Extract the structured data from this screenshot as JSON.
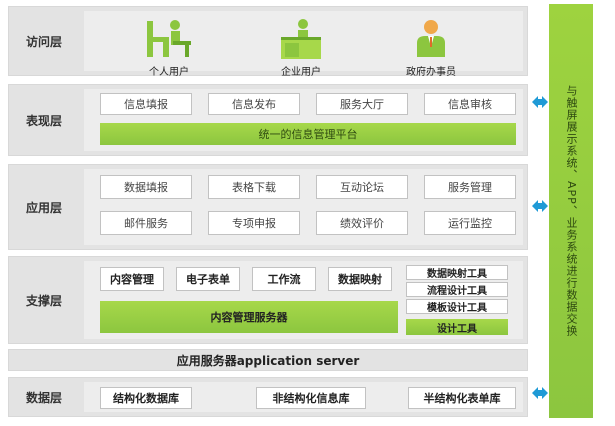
{
  "access_layer": {
    "label": "访问层",
    "users": [
      {
        "label": "个人用户",
        "icon": "person-at-desk-icon"
      },
      {
        "label": "企业用户",
        "icon": "businessman-at-desk-icon"
      },
      {
        "label": "政府办事员",
        "icon": "government-clerk-icon"
      }
    ]
  },
  "presentation_layer": {
    "label": "表现层",
    "boxes": [
      "信息填报",
      "信息发布",
      "服务大厅",
      "信息审核"
    ],
    "platform": "统一的信息管理平台"
  },
  "application_layer": {
    "label": "应用层",
    "row1": [
      "数据填报",
      "表格下载",
      "互动论坛",
      "服务管理"
    ],
    "row2": [
      "邮件服务",
      "专项申报",
      "绩效评价",
      "运行监控"
    ]
  },
  "support_layer": {
    "label": "支撑层",
    "modules": [
      "内容管理",
      "电子表单",
      "工作流",
      "数据映射"
    ],
    "server": "内容管理服务器",
    "tools": [
      "数据映射工具",
      "流程设计工具",
      "模板设计工具",
      "设计工具"
    ]
  },
  "app_server": "应用服务器application server",
  "data_layer": {
    "label": "数据层",
    "dbs": [
      "结构化数据库",
      "非结构化信息库",
      "半结构化表单库"
    ]
  },
  "side_panel": "与触屏展示系统、APP、业务系统进行数据交换",
  "colors": {
    "green": "#8cc63f",
    "arrow": "#1f9ad6",
    "layer_bg": "#e3e3e3"
  }
}
